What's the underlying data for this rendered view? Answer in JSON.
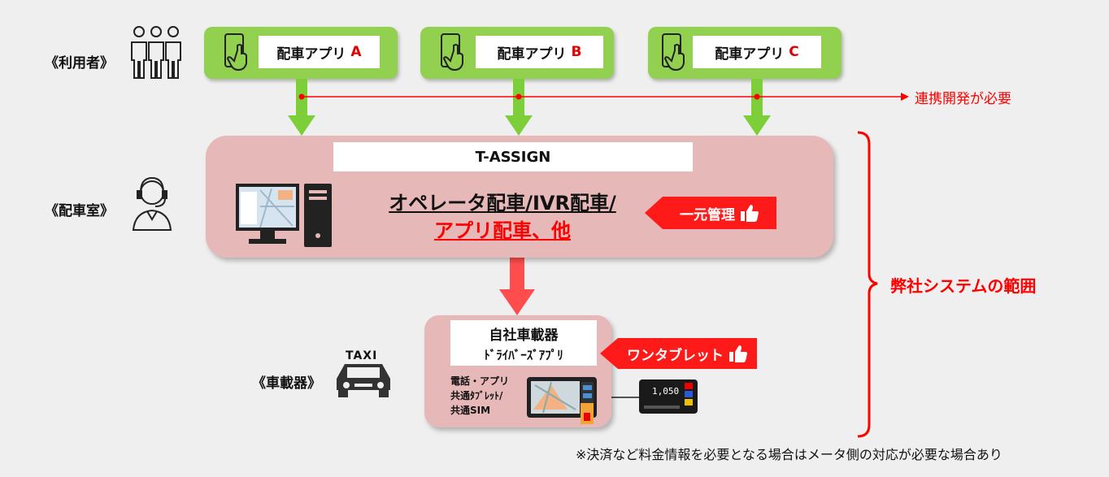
{
  "roles": {
    "users": "《利用者》",
    "dispatch_room": "《配車室》",
    "vehicle_device": "《車載器》"
  },
  "apps": [
    {
      "name": "配車アプリ",
      "letter": "A"
    },
    {
      "name": "配車アプリ",
      "letter": "B"
    },
    {
      "name": "配車アプリ",
      "letter": "C"
    }
  ],
  "integration_note": "連携開発が必要",
  "system": {
    "title": "T-ASSIGN",
    "line1": "オペレータ配車/IVR配車/",
    "line2": "アプリ配車、他"
  },
  "callout_central": "一元管理",
  "device": {
    "title": "自社車載器",
    "subtitle": "ﾄﾞﾗｲﾊﾞｰｽﾞｱﾌﾟﾘ",
    "shared1": "電話・アプリ",
    "shared2": "共通ﾀﾌﾞﾚｯﾄ/",
    "shared3": "共通SIM"
  },
  "callout_tablet": "ワンタブレット",
  "taxi_sign": "TAXI",
  "meter_value": "1,050",
  "scope_label": "弊社システムの範囲",
  "footnote": "※決済など料金情報を必要となる場合はメータ側の対応が必要な場合あり",
  "colors": {
    "green": "#92d050",
    "arrow_green": "#7dcf3a",
    "pink": "#e6b8b7",
    "red": "#ff0000",
    "arrow_red": "#ff3b3b"
  }
}
